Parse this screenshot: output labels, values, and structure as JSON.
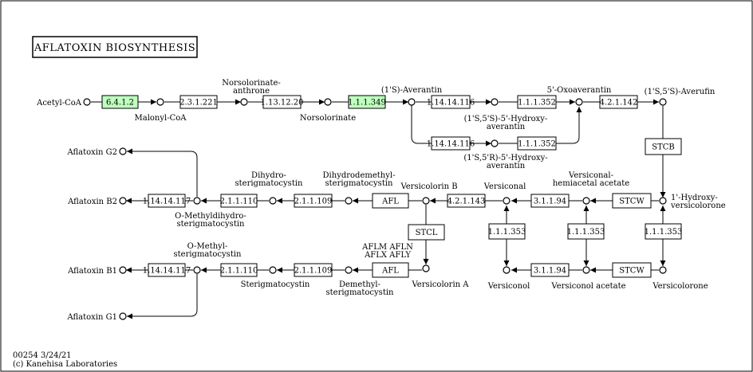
{
  "map": {
    "title": "AFLATOXIN  BIOSYNTHESIS",
    "footer_id": "00254 3/24/21",
    "footer_copyright": "(c) Kanehisa Laboratories"
  },
  "colors": {
    "enzyme_highlight": "#bfffbf",
    "enzyme_plain": "#ffffff",
    "line": "#000000"
  },
  "enzymes": [
    {
      "id": "e1",
      "label": "6.4.1.2",
      "highlight": true
    },
    {
      "id": "e2",
      "label": "2.3.1.221",
      "highlight": false
    },
    {
      "id": "e3",
      "label": "1.13.12.20",
      "highlight": false
    },
    {
      "id": "e4",
      "label": "1.1.1.349",
      "highlight": true
    },
    {
      "id": "e5",
      "label": "1.14.14.116",
      "highlight": false
    },
    {
      "id": "e6",
      "label": "1.1.1.352",
      "highlight": false
    },
    {
      "id": "e7",
      "label": "4.2.1.142",
      "highlight": false
    },
    {
      "id": "e8",
      "label": "1.14.14.116",
      "highlight": false
    },
    {
      "id": "e9",
      "label": "1.1.1.352",
      "highlight": false
    },
    {
      "id": "e10",
      "label": "STCB",
      "highlight": false
    },
    {
      "id": "e11",
      "label": "1.14.14.117",
      "highlight": false
    },
    {
      "id": "e12",
      "label": "2.1.1.110",
      "highlight": false
    },
    {
      "id": "e13",
      "label": "2.1.1.109",
      "highlight": false
    },
    {
      "id": "e14",
      "label": "AFL",
      "highlight": false
    },
    {
      "id": "e15",
      "label": "4.2.1.143",
      "highlight": false
    },
    {
      "id": "e16",
      "label": "3.1.1.94",
      "highlight": false
    },
    {
      "id": "e17",
      "label": "STCW",
      "highlight": false
    },
    {
      "id": "e18",
      "label": "STCL",
      "highlight": false
    },
    {
      "id": "e19",
      "label": "1.1.1.353",
      "highlight": false
    },
    {
      "id": "e20",
      "label": "1.1.1.353",
      "highlight": false
    },
    {
      "id": "e21",
      "label": "1.1.1.353",
      "highlight": false
    },
    {
      "id": "e22",
      "label": "3.1.1.94",
      "highlight": false
    },
    {
      "id": "e23",
      "label": "STCW",
      "highlight": false
    },
    {
      "id": "e24",
      "label": "1.14.14.117",
      "highlight": false
    },
    {
      "id": "e25",
      "label": "2.1.1.110",
      "highlight": false
    },
    {
      "id": "e26",
      "label": "2.1.1.109",
      "highlight": false
    },
    {
      "id": "e27",
      "label": "AFL",
      "highlight": false
    }
  ],
  "compounds": [
    {
      "id": "c1",
      "label": "Acetyl-CoA"
    },
    {
      "id": "c2",
      "label": "Malonyl-CoA"
    },
    {
      "id": "c3",
      "label": "Norsolorinate-\nanthrone"
    },
    {
      "id": "c4",
      "label": "Norsolorinate"
    },
    {
      "id": "c5",
      "label": "(1'S)-Averantin"
    },
    {
      "id": "c6",
      "label": "(1'S,5'S)-5'-Hydroxy-\naverantin"
    },
    {
      "id": "c7",
      "label": "5'-Oxoaverantin"
    },
    {
      "id": "c8",
      "label": "(1'S,5'S)-Averufin"
    },
    {
      "id": "c9",
      "label": "(1'S,5'R)-5'-Hydroxy-\naverantin"
    },
    {
      "id": "c10",
      "label": "Aflatoxin G2"
    },
    {
      "id": "c11",
      "label": "Aflatoxin B2"
    },
    {
      "id": "c12",
      "label": "O-Methyldihydro-\nsterigmatocystin"
    },
    {
      "id": "c13",
      "label": "Dihydro-\nsterigmatocystin"
    },
    {
      "id": "c14",
      "label": "Dihydrodemethyl-\nsterigmatocystin"
    },
    {
      "id": "c15",
      "label": "Versicolorin B"
    },
    {
      "id": "c16",
      "label": "Versiconal"
    },
    {
      "id": "c17",
      "label": "Versiconal-\nhemiacetal acetate"
    },
    {
      "id": "c18",
      "label": "1'-Hydroxy-\nversicolorone"
    },
    {
      "id": "c19",
      "label": "Versicolorin A"
    },
    {
      "id": "c20",
      "label": "Versiconol"
    },
    {
      "id": "c21",
      "label": "Versiconol acetate"
    },
    {
      "id": "c22",
      "label": "Versicolorone"
    },
    {
      "id": "c23",
      "label": "Aflatoxin B1"
    },
    {
      "id": "c24",
      "label": "O-Methyl-\nsterigmatocystin"
    },
    {
      "id": "c25",
      "label": "Sterigmatocystin"
    },
    {
      "id": "c26",
      "label": "Demethyl-\nsterigmatocystin"
    },
    {
      "id": "c27",
      "label": "AFLM AFLN\nAFLX AFLY"
    },
    {
      "id": "c28",
      "label": "Aflatoxin G1"
    }
  ]
}
